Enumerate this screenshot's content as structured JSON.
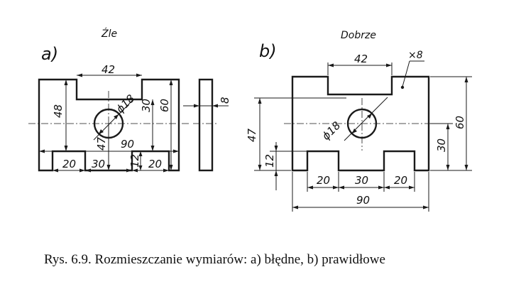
{
  "figure_a": {
    "letter": "a)",
    "title": "Źle",
    "dims": {
      "top_slot_width": "42",
      "left_height": "48",
      "hole_dia": "ϕ18",
      "inner_30": "30",
      "right_height": "60",
      "hole_47": "47",
      "overall_width": "90",
      "tab_left": "20",
      "gap_middle": "30",
      "tab_height": "12",
      "tab_right": "20",
      "thickness": "8"
    }
  },
  "figure_b": {
    "letter": "b)",
    "title": "Dobrze",
    "dims": {
      "top_slot_width": "42",
      "thickness_note": "×8",
      "right_height": "60",
      "hole_dia": "ϕ18",
      "hole_47": "47",
      "inner_30": "30",
      "tab_height": "12",
      "tab_left": "20",
      "gap_middle": "30",
      "tab_right": "20",
      "overall_width": "90"
    }
  },
  "caption": "Rys. 6.9. Rozmieszczanie wymiarów: a) błędne, b) prawidłowe"
}
